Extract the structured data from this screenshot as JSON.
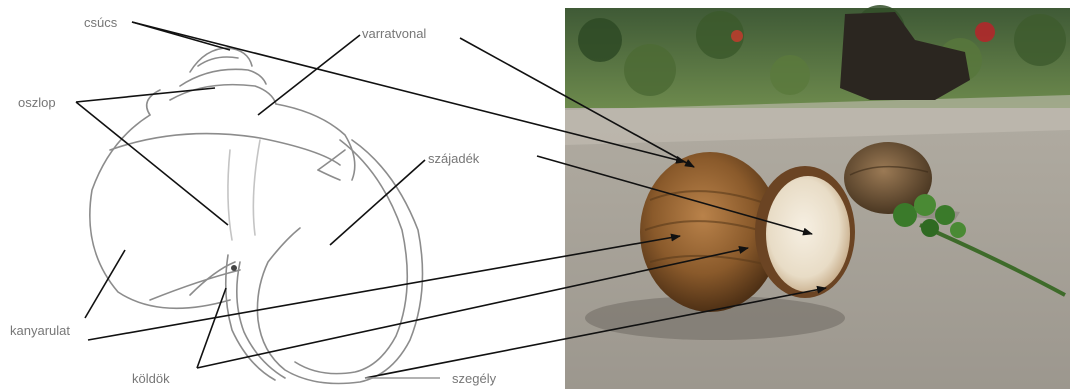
{
  "labels": {
    "apex": "csúcs",
    "suture": "varratvonal",
    "columella": "oszlop",
    "aperture": "szájadék",
    "whorl": "kanyarulat",
    "umbilicus": "köldök",
    "lip": "szegély"
  },
  "colors": {
    "drawing_line": "#8c8c8c",
    "pointer": "#111111",
    "label_text": "#777777",
    "background": "#ffffff"
  }
}
